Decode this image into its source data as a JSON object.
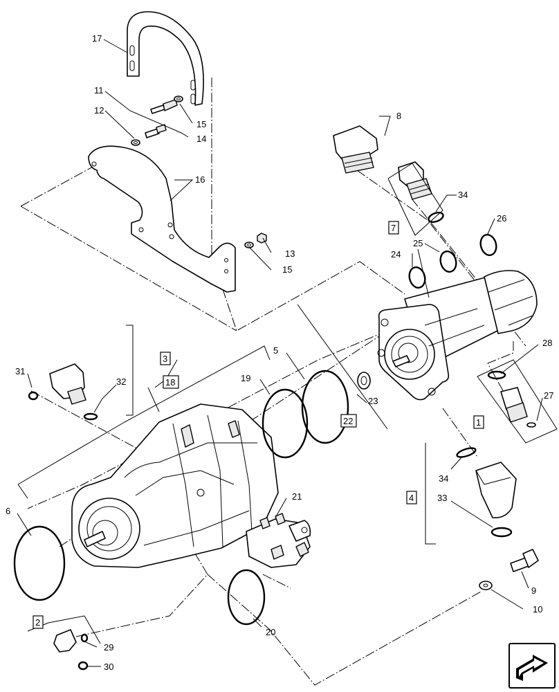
{
  "labels": {
    "l1": "1",
    "l2": "2",
    "l3": "3",
    "l4": "4",
    "l5": "5",
    "l6": "6",
    "l7": "7",
    "l8": "8",
    "l9": "9",
    "l10": "10",
    "l11": "11",
    "l12": "12",
    "l13": "13",
    "l14": "14",
    "l15a": "15",
    "l15b": "15",
    "l16": "16",
    "l17": "17",
    "l18": "18",
    "l19": "19",
    "l20": "20",
    "l21": "21",
    "l22": "22",
    "l23": "23",
    "l24": "24",
    "l25": "25",
    "l26": "26",
    "l27": "27",
    "l28": "28",
    "l29": "29",
    "l30": "30",
    "l31": "31",
    "l32": "32",
    "l33": "33",
    "l34a": "34",
    "l34b": "34"
  },
  "icons": {
    "navigation": "arrow-next-page-icon"
  }
}
